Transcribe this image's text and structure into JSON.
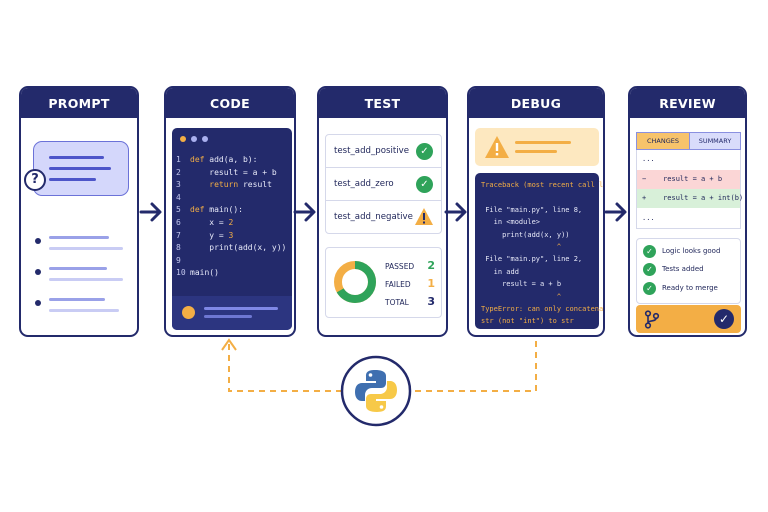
{
  "stages": {
    "prompt": {
      "title": "PROMPT"
    },
    "code": {
      "title": "CODE",
      "lines": [
        {
          "n": "1",
          "kw": "def",
          "rest": " add(a, b):",
          "num": ""
        },
        {
          "n": "2",
          "kw": "",
          "rest": "    result = a + b",
          "num": ""
        },
        {
          "n": "3",
          "kw": "    return",
          "rest": " result",
          "num": ""
        },
        {
          "n": "4",
          "kw": "",
          "rest": "",
          "num": ""
        },
        {
          "n": "5",
          "kw": "def",
          "rest": " main():",
          "num": ""
        },
        {
          "n": "6",
          "kw": "",
          "rest": "    x = ",
          "num": "2"
        },
        {
          "n": "7",
          "kw": "",
          "rest": "    y = ",
          "num": "3"
        },
        {
          "n": "8",
          "kw": "",
          "rest": "    print(add(x, y))",
          "num": ""
        },
        {
          "n": "9",
          "kw": "",
          "rest": "",
          "num": ""
        },
        {
          "n": "10",
          "kw": "",
          "rest": "main()",
          "num": ""
        }
      ]
    },
    "test": {
      "title": "TEST",
      "cases": [
        {
          "name": "test_add_positive",
          "status": "pass"
        },
        {
          "name": "test_add_zero",
          "status": "pass"
        },
        {
          "name": "test_add_negative",
          "status": "warn"
        }
      ],
      "summary": {
        "passed_label": "PASSED",
        "passed": "2",
        "failed_label": "FAILED",
        "failed": "1",
        "total_label": "TOTAL",
        "total": "3"
      }
    },
    "debug": {
      "title": "DEBUG",
      "traceback": [
        {
          "text": "Traceback (most recent call last):",
          "style": "orange"
        },
        {
          "text": "",
          "style": ""
        },
        {
          "text": " File \"main.py\", line 8,",
          "style": ""
        },
        {
          "text": "   in <module>",
          "style": ""
        },
        {
          "text": "     print(add(x, y))",
          "style": ""
        },
        {
          "text": "                  ^",
          "style": "orange"
        },
        {
          "text": " File \"main.py\", line 2,",
          "style": ""
        },
        {
          "text": "   in add",
          "style": ""
        },
        {
          "text": "     result = a + b",
          "style": ""
        },
        {
          "text": "                  ^",
          "style": "orange"
        },
        {
          "text": "TypeError: can only concatenate",
          "style": "orange"
        },
        {
          "text": "str (not \"int\") to str",
          "style": "orange"
        }
      ]
    },
    "review": {
      "title": "REVIEW",
      "tabs": {
        "changes": "CHANGES",
        "summary": "SUMMARY"
      },
      "diff": [
        {
          "text": "...",
          "kind": "ctx"
        },
        {
          "text": "−    result = a + b",
          "kind": "del"
        },
        {
          "text": "+    result = a + int(b)",
          "kind": "add"
        },
        {
          "text": "...",
          "kind": "ctx"
        }
      ],
      "checks": [
        "Logic looks good",
        "Tests added",
        "Ready to merge"
      ]
    }
  },
  "colors": {
    "navy": "#232a6b",
    "accent_orange": "#f3ae45",
    "success_green": "#2fa35a",
    "lavender": "#d4d7fb",
    "deletion_bg": "#fbd6d6",
    "addition_bg": "#d8f0d9"
  },
  "icons": {
    "prompt": "question-icon",
    "test_pass": "checkmark-icon",
    "test_warn": "warning-icon",
    "debug": "warning-icon",
    "review_merge": "git-branch-icon",
    "review_done": "checkmark-icon",
    "center": "python-logo-icon"
  }
}
